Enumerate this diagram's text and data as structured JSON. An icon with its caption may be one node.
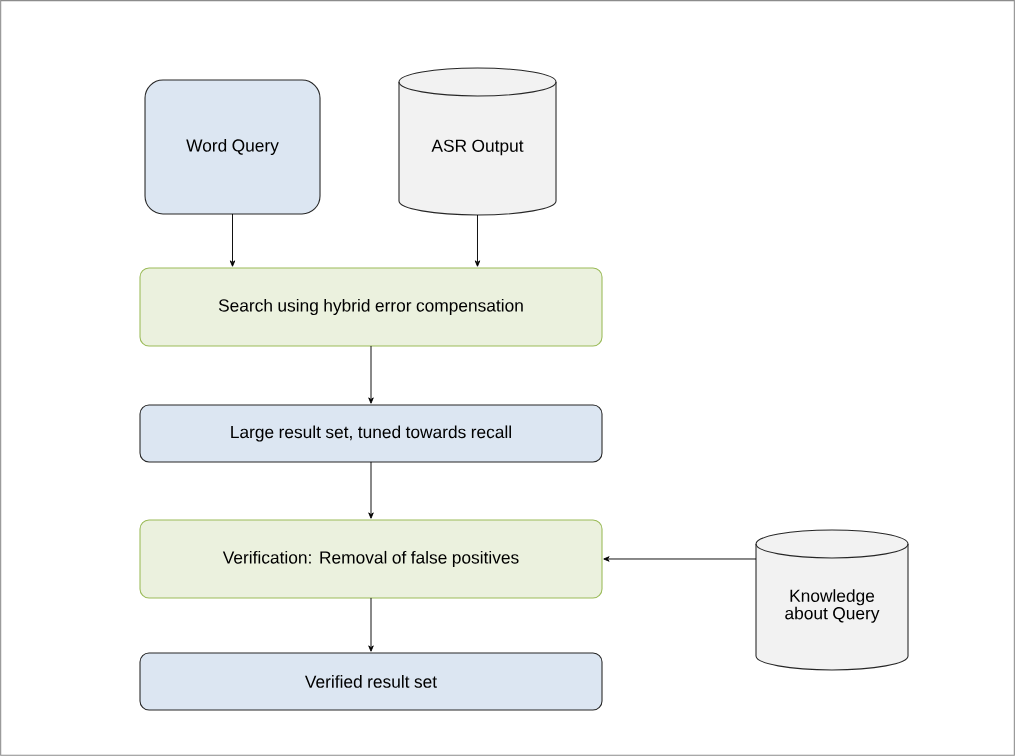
{
  "diagram": {
    "nodes": [
      {
        "text": [
          "Word Query"
        ]
      },
      {
        "text": [
          "ASR Output"
        ]
      },
      {
        "text": [
          "Search using hybrid error compensation"
        ]
      },
      {
        "text": [
          "Large result set, tuned towards recall"
        ]
      },
      {
        "text": [
          "Verification: Removal of false positives"
        ]
      },
      {
        "text": [
          "Knowledge about Query"
        ]
      },
      {
        "text": [
          "Verified result set"
        ]
      }
    ],
    "edges": [
      {
        "from": 0,
        "to": 2,
        "arrow": "to"
      },
      {
        "from": 1,
        "to": 2,
        "arrow": "to"
      },
      {
        "from": 2,
        "to": 3,
        "arrow": "to"
      },
      {
        "from": 3,
        "to": 4,
        "arrow": "to"
      },
      {
        "from": 5,
        "to": 4,
        "arrow": "to"
      },
      {
        "from": 4,
        "to": 6,
        "arrow": "to"
      }
    ]
  }
}
